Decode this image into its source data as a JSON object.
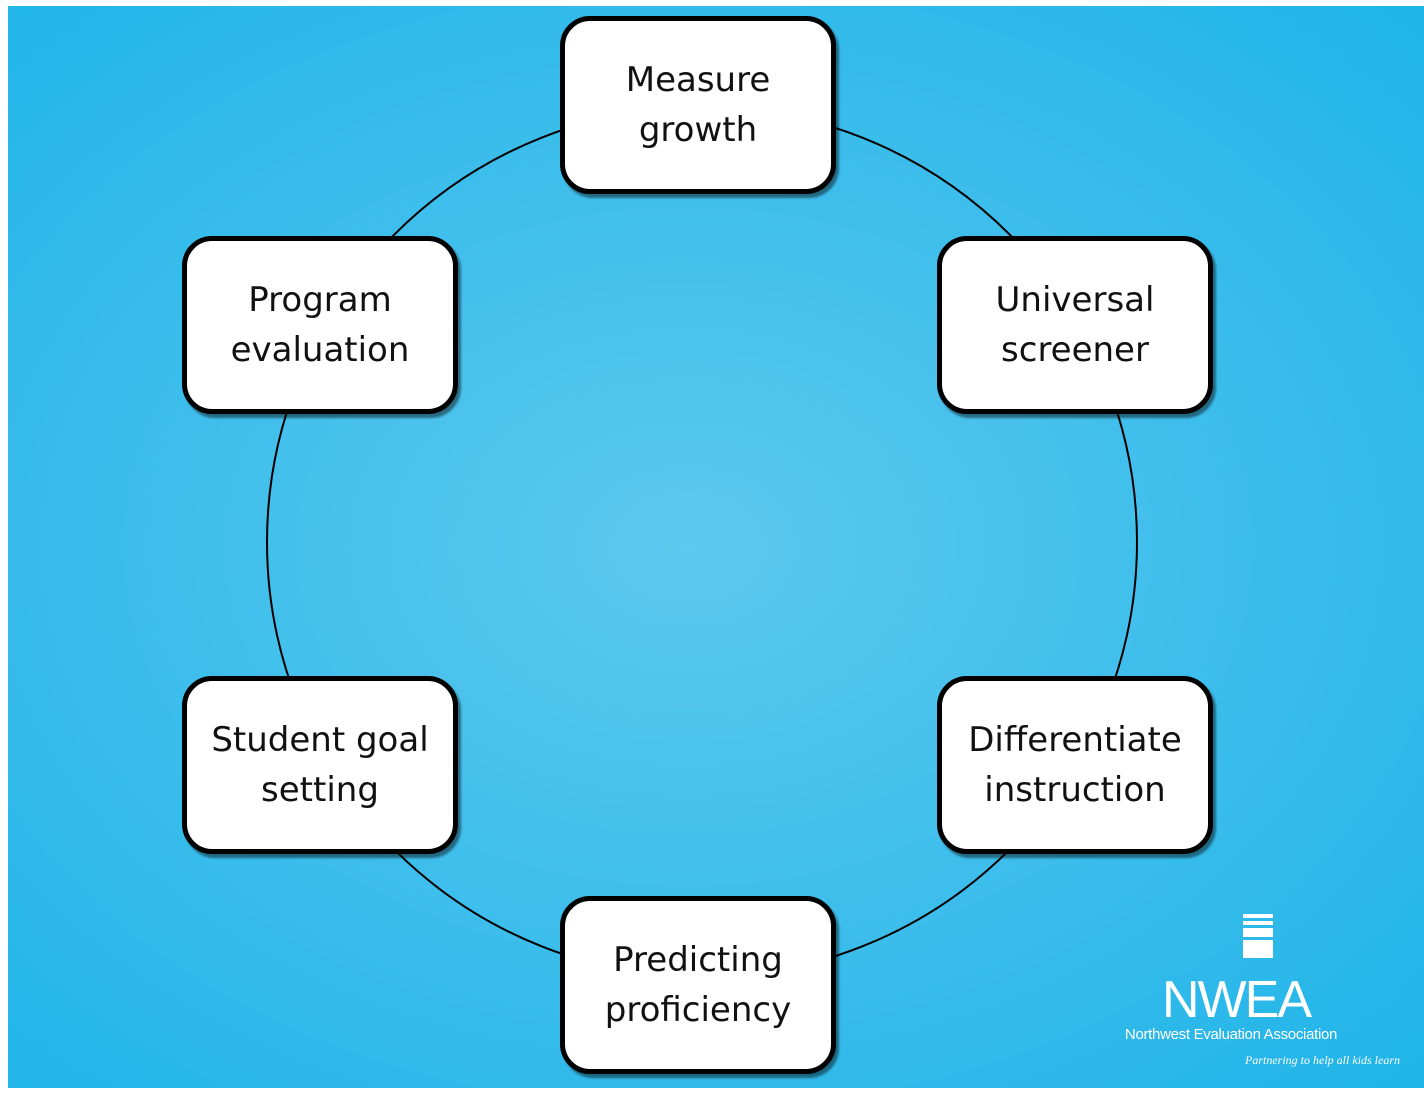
{
  "diagram": {
    "nodes": [
      {
        "id": "measure-growth",
        "label": "Measure\ngrowth"
      },
      {
        "id": "universal-screener",
        "label": "Universal\nscreener"
      },
      {
        "id": "differentiate-instruction",
        "label": "Differentiate\ninstruction"
      },
      {
        "id": "predicting-proficiency",
        "label": "Predicting\nproficiency"
      },
      {
        "id": "student-goal-setting",
        "label": "Student goal\nsetting"
      },
      {
        "id": "program-evaluation",
        "label": "Program\nevaluation"
      }
    ],
    "connector": "circle",
    "colors": {
      "background": "#41bfec",
      "node_fill": "#ffffff",
      "node_border": "#000000",
      "connector": "#000000"
    }
  },
  "logo": {
    "name": "NWEA",
    "organization": "Northwest Evaluation Association",
    "tagline": "Partnering to help all kids learn"
  }
}
